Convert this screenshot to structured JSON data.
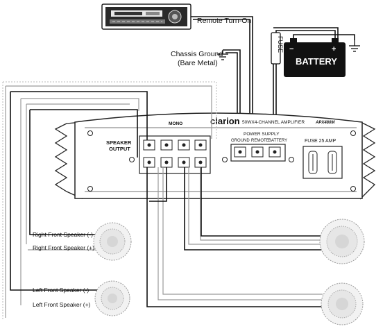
{
  "head_unit": {
    "name": "head-unit-radio"
  },
  "labels": {
    "remote_turn_on": "Remote Turn-On",
    "chassis_ground": "Chassis Ground",
    "bare_metal": "(Bare Metal)",
    "fuse_vertical": "FUSE",
    "battery": "BATTERY",
    "battery_minus": "−",
    "battery_plus": "+"
  },
  "amplifier": {
    "brand": "clarion",
    "model_text": "50WX4-CHANNEL AMPLIFIER",
    "model_code": "APX480M",
    "speaker_output": [
      "SPEAKER",
      "OUTPUT"
    ],
    "mono_label": "MONO",
    "power_supply": "POWER SUPPLY",
    "power_terminals": [
      "GROUND",
      "REMOTE",
      "BATTERY"
    ],
    "fuse_label": "FUSE 25 AMP"
  },
  "speakers": {
    "right_front_minus": "Right Front Speaker (-)",
    "right_front_plus": "Right Front Speaker (+)",
    "left_front_minus": "Left Front Speaker (-)",
    "left_front_plus": "Left Front Speaker (+)"
  },
  "colors": {
    "wire_primary": "#111111",
    "wire_secondary": "#9a9a9a",
    "battery_fill": "#111111",
    "chassis_fill": "#ffffff"
  }
}
